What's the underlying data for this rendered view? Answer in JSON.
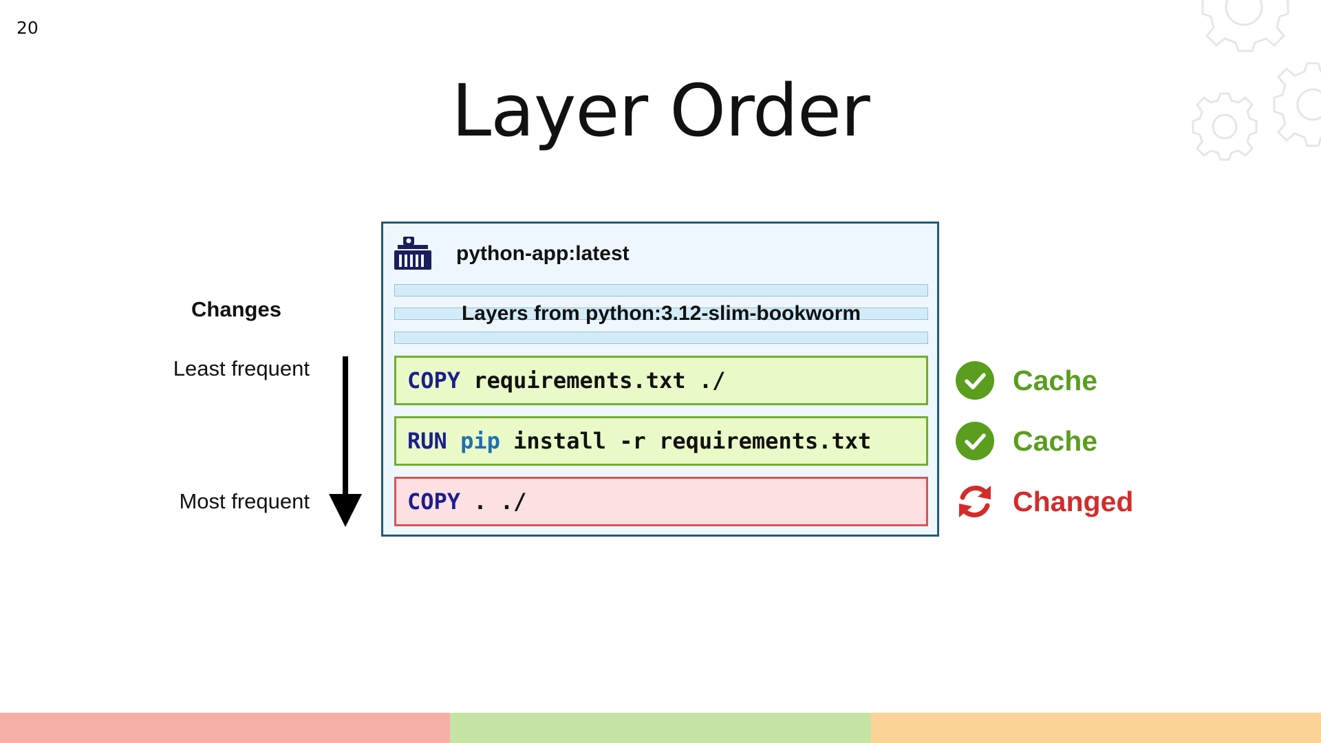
{
  "slide": {
    "number": "20",
    "title": "Layer Order"
  },
  "left_axis": {
    "heading": "Changes",
    "top_label": "Least frequent",
    "bottom_label": "Most frequent"
  },
  "image": {
    "name": "python-app:latest",
    "base_layers_label": "Layers from python:3.12-slim-bookworm",
    "layers": [
      {
        "keyword": "COPY",
        "command": "",
        "args": " requirements.txt ./",
        "status": "Cache",
        "color": "#74ad2f"
      },
      {
        "keyword": "RUN",
        "command": " pip",
        "args": " install -r requirements.txt",
        "status": "Cache",
        "color": "#74ad2f"
      },
      {
        "keyword": "COPY",
        "command": "",
        "args": " . ./",
        "status": "Changed",
        "color": "#d9535b"
      }
    ]
  },
  "status_icons": [
    "check-circle-icon",
    "check-circle-icon",
    "refresh-icon"
  ],
  "colors": {
    "cache": "#5a9e1d",
    "changed": "#d42b2b",
    "frame": "#1f5a7a"
  },
  "footer_colors": [
    "#f6afa6",
    "#c5e3a5",
    "#fbd397"
  ]
}
